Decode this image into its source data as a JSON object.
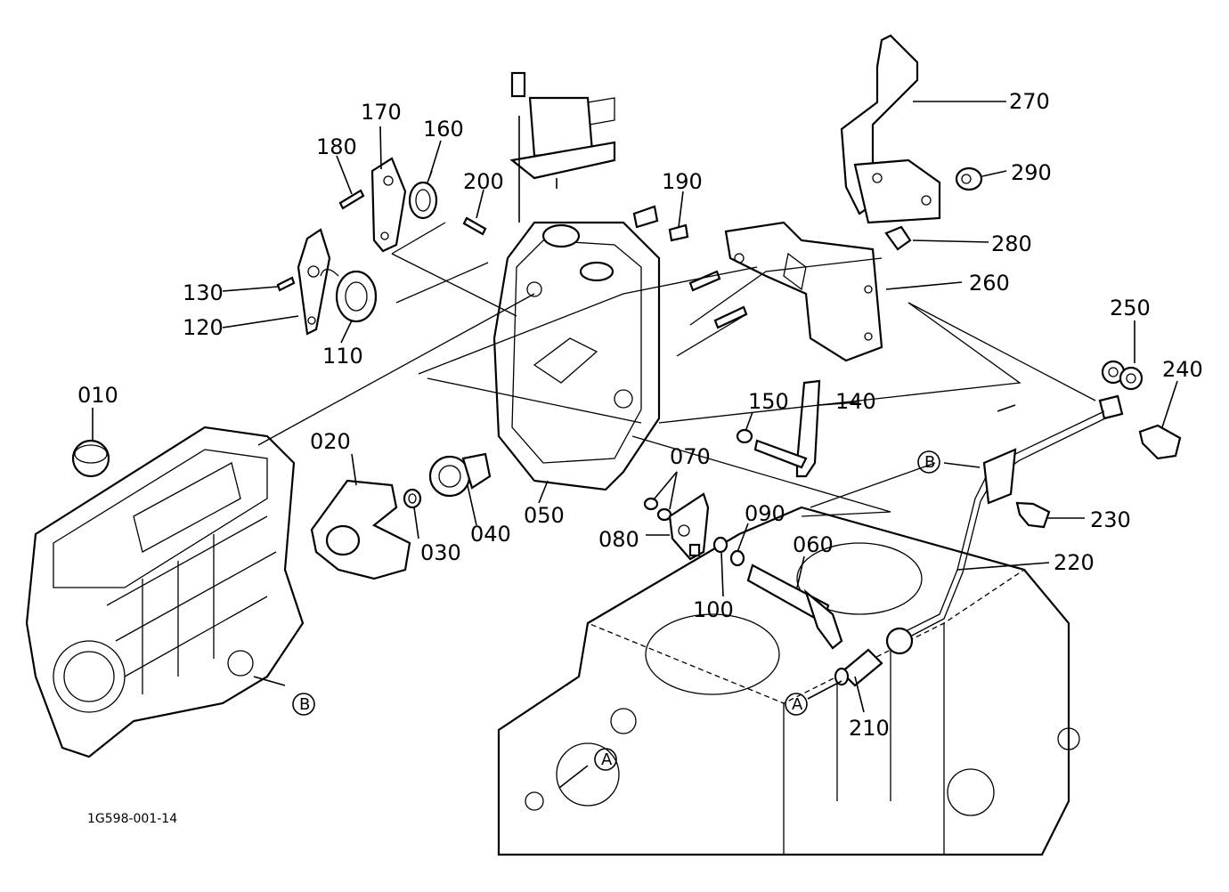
{
  "labels": {
    "p010": "010",
    "p020": "020",
    "p030": "030",
    "p040": "040",
    "p050": "050",
    "p060": "060",
    "p070": "070",
    "p080": "080",
    "p090": "090",
    "p100": "100",
    "p110": "110",
    "p120": "120",
    "p130": "130",
    "p140": "140",
    "p150": "150",
    "p160": "160",
    "p170": "170",
    "p180": "180",
    "p190": "190",
    "p200": "200",
    "p210": "210",
    "p220": "220",
    "p230": "230",
    "p240": "240",
    "p250": "250",
    "p260": "260",
    "p270": "270",
    "p280": "280",
    "p290": "290"
  },
  "refs": {
    "a": "A",
    "b": "B"
  },
  "drawing_number": "1G598-001-14"
}
